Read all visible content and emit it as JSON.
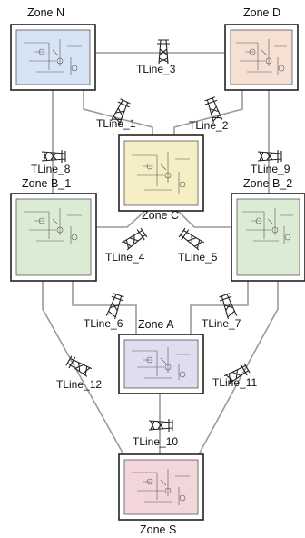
{
  "zones": {
    "n": {
      "label": "Zone N",
      "fill": "#d6e4f5"
    },
    "d": {
      "label": "Zone D",
      "fill": "#f6dfd3"
    },
    "c": {
      "label": "Zone C",
      "fill": "#f6eec5"
    },
    "b1": {
      "label": "Zone B_1",
      "fill": "#dcebd4"
    },
    "b2": {
      "label": "Zone B_2",
      "fill": "#dcebd4"
    },
    "a": {
      "label": "Zone A",
      "fill": "#e1dcf0"
    },
    "s": {
      "label": "Zone S",
      "fill": "#f2d6d9"
    }
  },
  "tlines": {
    "t1": "TLine_1",
    "t2": "TLine_2",
    "t3": "TLine_3",
    "t4": "TLine_4",
    "t5": "TLine_5",
    "t6": "TLine_6",
    "t7": "TLine_7",
    "t8": "TLine_8",
    "t9": "TLine_9",
    "t10": "TLine_10",
    "t11": "TLine_11",
    "t12": "TLine_12"
  },
  "colors": {
    "line": "#9a9a9a",
    "border": "#222222"
  }
}
